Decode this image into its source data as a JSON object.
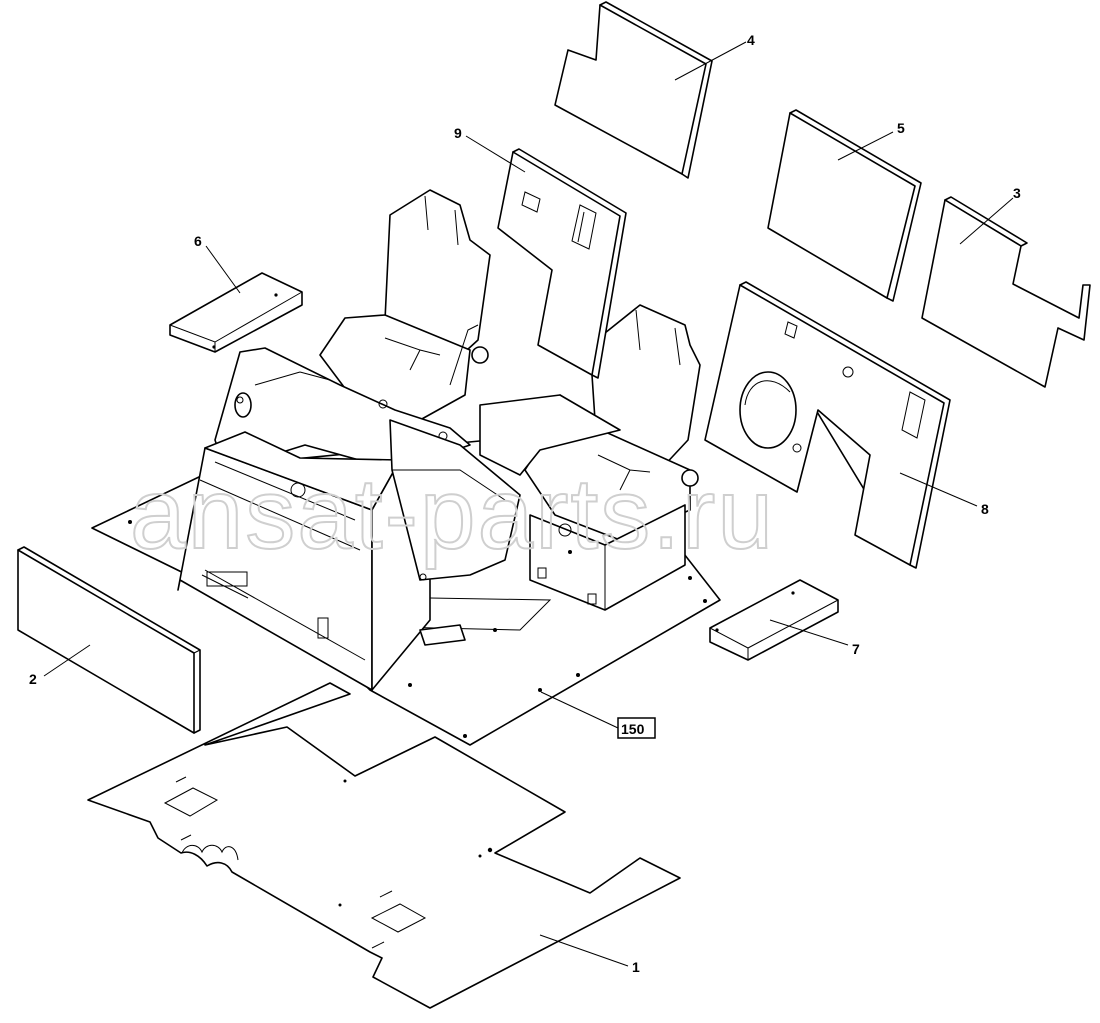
{
  "watermark": "ansat-parts.ru",
  "callouts": {
    "c1": "1",
    "c2": "2",
    "c3": "3",
    "c4": "4",
    "c5": "5",
    "c6": "6",
    "c7": "7",
    "c8": "8",
    "c9": "9",
    "c150": "150"
  }
}
